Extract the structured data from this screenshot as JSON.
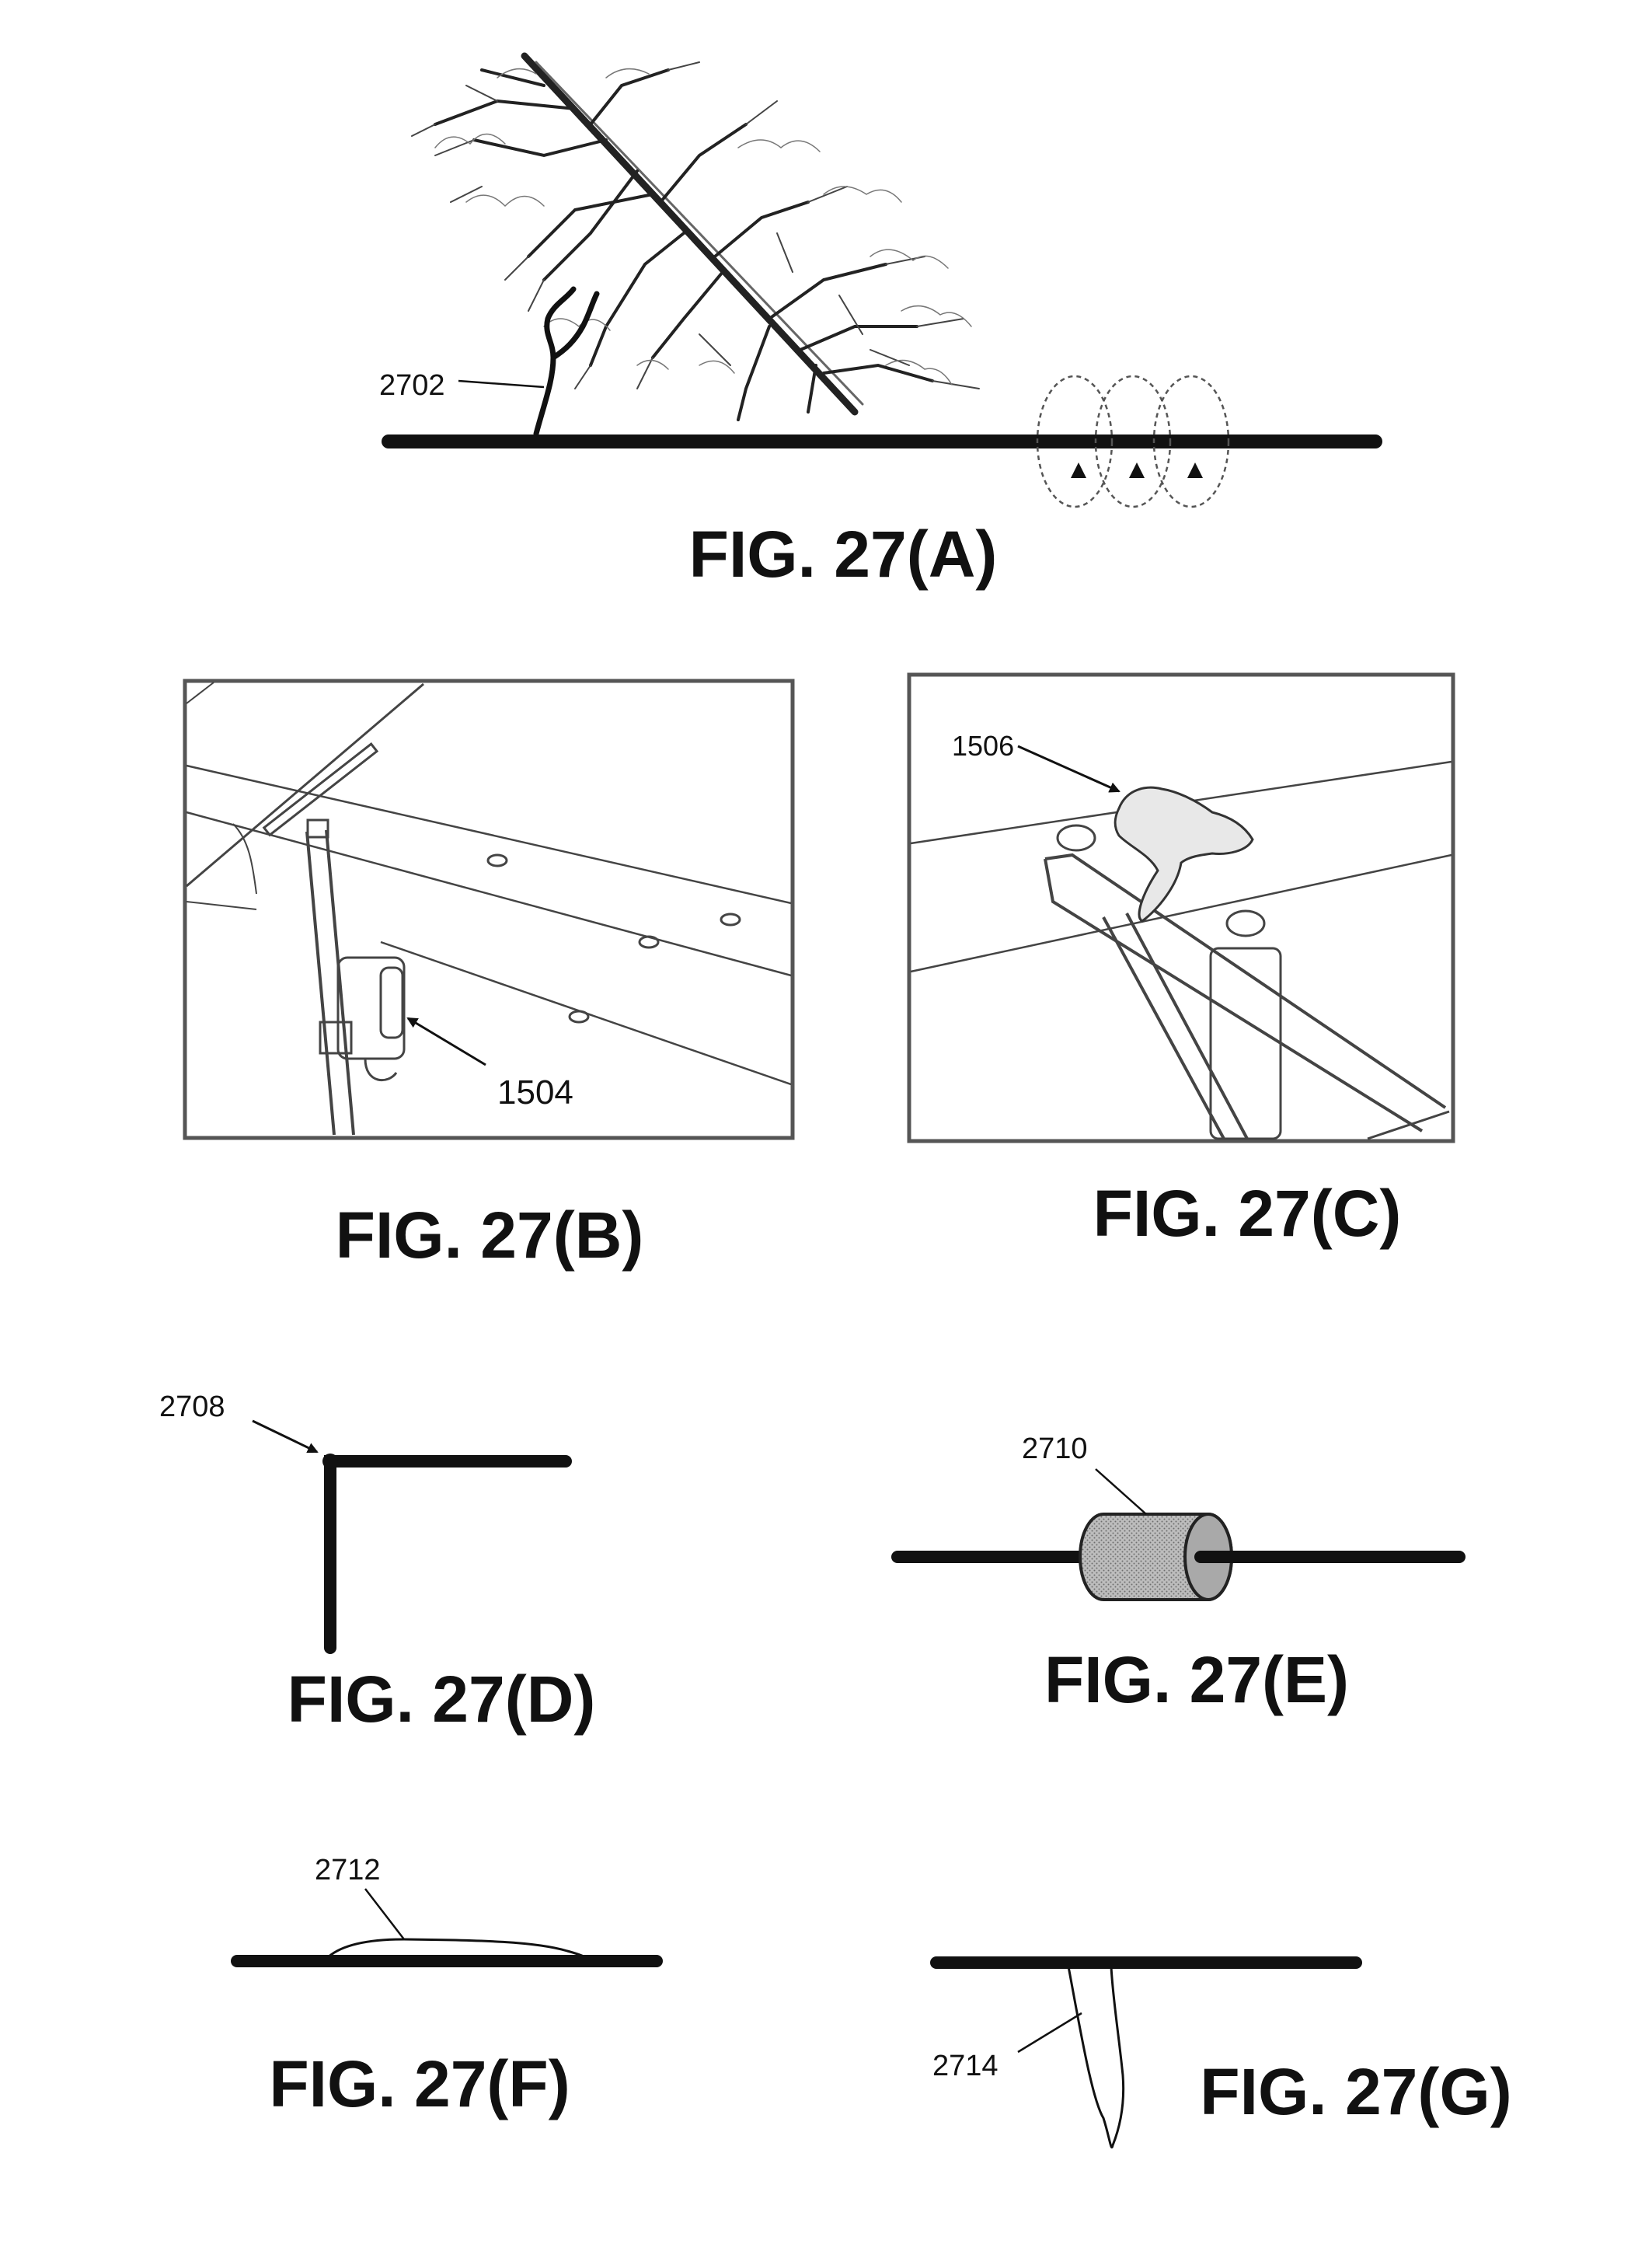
{
  "figures": {
    "a": {
      "caption": "FIG. 27(A)",
      "ref": "2702"
    },
    "b": {
      "caption": "FIG. 27(B)",
      "ref": "1504"
    },
    "c": {
      "caption": "FIG. 27(C)",
      "ref": "1506"
    },
    "d": {
      "caption": "FIG. 27(D)",
      "ref": "2708"
    },
    "e": {
      "caption": "FIG. 27(E)",
      "ref": "2710"
    },
    "f": {
      "caption": "FIG. 27(F)",
      "ref": "2712"
    },
    "g": {
      "caption": "FIG. 27(G)",
      "ref": "2714"
    }
  },
  "colors": {
    "ink": "#111111",
    "shade": "#9a9a9a",
    "paper": "#ffffff"
  }
}
